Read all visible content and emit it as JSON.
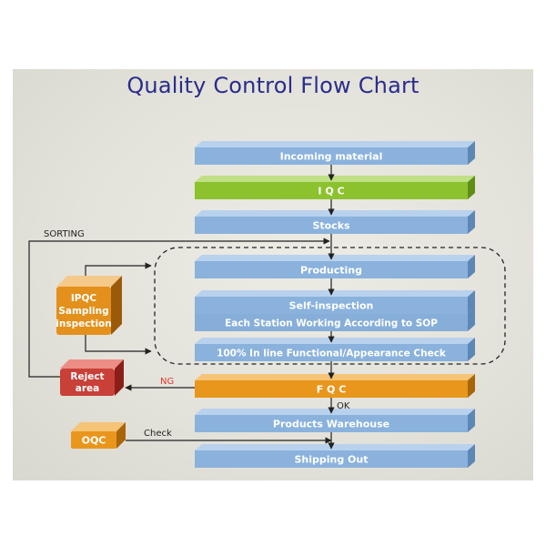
{
  "title": "Quality Control Flow Chart",
  "stages": [
    {
      "id": "incoming",
      "label": "Incoming material"
    },
    {
      "id": "iqc",
      "label": "I Q C"
    },
    {
      "id": "stocks",
      "label": "Stocks"
    },
    {
      "id": "producting",
      "label": "Producting"
    },
    {
      "id": "self-inspection",
      "label": "Self-inspection"
    },
    {
      "id": "station",
      "label": "Each Station Working According to SOP"
    },
    {
      "id": "inline-check",
      "label": "100% In line Functional/Appearance Check"
    },
    {
      "id": "fqc",
      "label": "F Q C"
    },
    {
      "id": "warehouse",
      "label": "Products Warehouse"
    },
    {
      "id": "shipping",
      "label": "Shipping Out"
    }
  ],
  "side_boxes": {
    "ipqc": {
      "lines": [
        "IPQC",
        "Sampling",
        "inspection"
      ]
    },
    "reject": {
      "lines": [
        "Reject",
        "area"
      ]
    },
    "oqc": {
      "lines": [
        "OQC"
      ]
    }
  },
  "edge_labels": {
    "sorting": "SORTING",
    "ng": "NG",
    "ok": "OK",
    "check": "Check"
  },
  "colors": {
    "blue_bar": "#8ab2dc",
    "green_bar": "#8cc22e",
    "orange_bar": "#e9961c",
    "reject_box": "#c84038",
    "ng_text": "#e03a2a"
  }
}
